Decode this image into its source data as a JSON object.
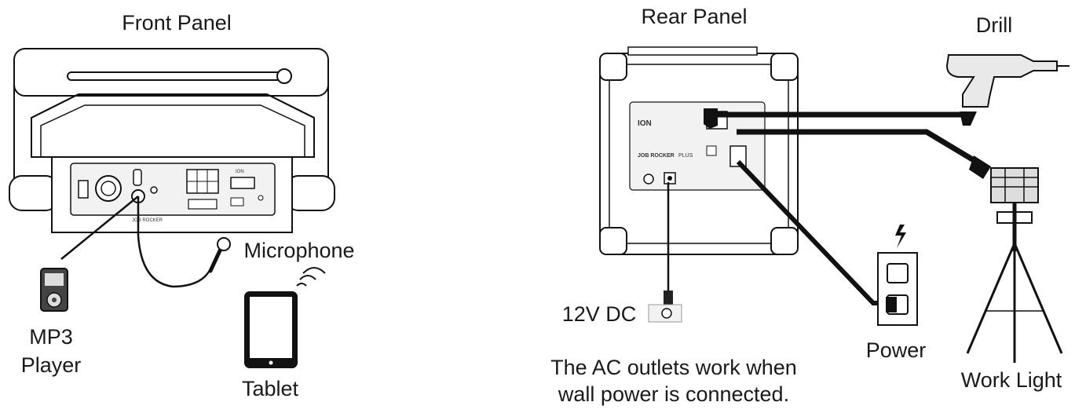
{
  "labels": {
    "front_panel": "Front Panel",
    "rear_panel": "Rear Panel",
    "drill": "Drill",
    "microphone": "Microphone",
    "mp3_line1": "MP3",
    "mp3_line2": "Player",
    "tablet": "Tablet",
    "dc": "12V DC",
    "power": "Power",
    "work_light": "Work Light",
    "note_line1": "The AC outlets work when",
    "note_line2": "wall power is connected."
  },
  "device": {
    "brand": "ION",
    "model": "JOB ROCKER",
    "model_suffix": "PLUS"
  },
  "icons": [
    "bluetooth-waves-icon",
    "lightning-icon"
  ],
  "colors": {
    "line": "#111111",
    "panel_fill": "#f2f2f2",
    "text": "#1a1a1a"
  }
}
